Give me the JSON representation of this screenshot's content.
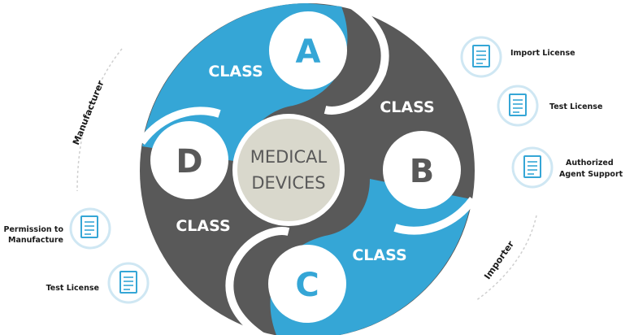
{
  "center": {
    "line1": "MEDICAL",
    "line2": "DEVICES"
  },
  "classes": [
    {
      "letter": "A",
      "label": "CLASS"
    },
    {
      "letter": "B",
      "label": "CLASS"
    },
    {
      "letter": "C",
      "label": "CLASS"
    },
    {
      "letter": "D",
      "label": "CLASS"
    }
  ],
  "left_group": {
    "arc_label": "Manufacturer",
    "items": [
      {
        "line1": "Permission to",
        "line2": "Manufacture",
        "icon": "document-icon"
      },
      {
        "line1": "Test License",
        "line2": "",
        "icon": "document-icon"
      }
    ]
  },
  "right_group": {
    "arc_label": "Importer",
    "items": [
      {
        "line1": "Import License",
        "line2": "",
        "icon": "document-icon"
      },
      {
        "line1": "Test License",
        "line2": "",
        "icon": "document-icon"
      },
      {
        "line1": "Authorized",
        "line2": "Agent Support",
        "icon": "document-icon"
      }
    ]
  },
  "colors": {
    "blue": "#35a6d6",
    "gray": "#595959",
    "center": "#d9d8cc",
    "white": "#ffffff",
    "icon": "#35a6d6"
  }
}
